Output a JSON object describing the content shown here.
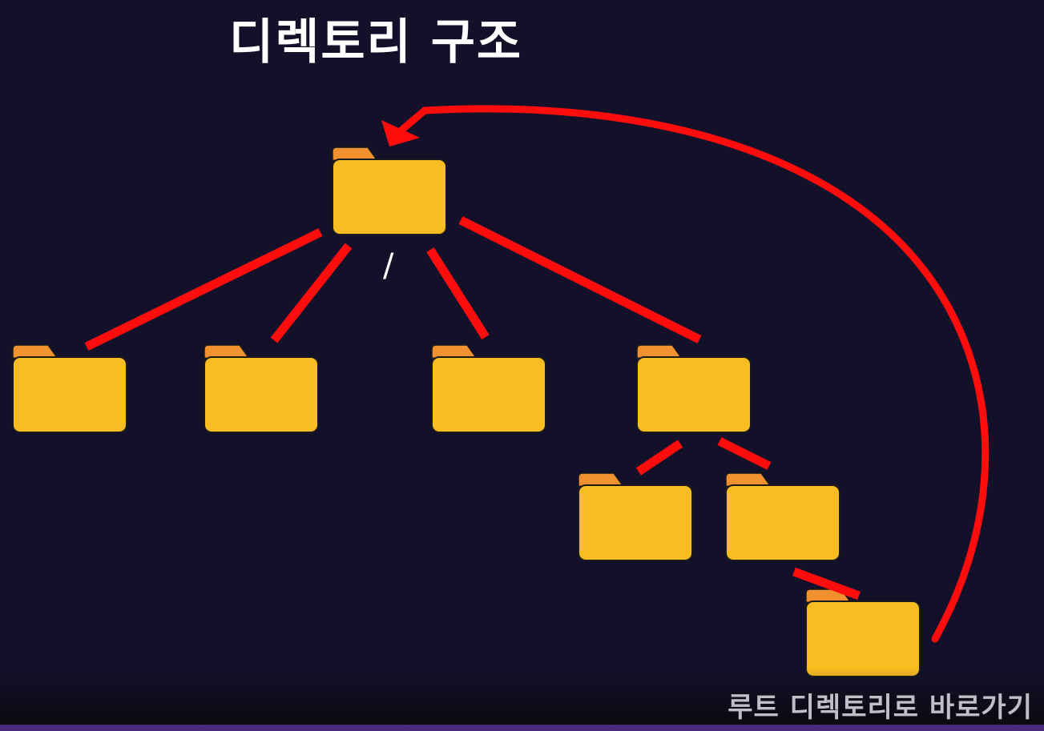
{
  "title": "디렉토리 구조",
  "root_label": "/",
  "caption": "루트 디렉토리로 바로가기",
  "colors": {
    "background": "#13112a",
    "folder_body": "#f9bd23",
    "folder_tab": "#f29130",
    "folder_outline": "#1a1a1a",
    "connector": "#ff0d0d",
    "text": "#ffffff",
    "caption": "#cfcfd6",
    "bottom_bar": "#4a2a7e"
  },
  "nodes": [
    {
      "id": "root"
    },
    {
      "id": "child-1",
      "parent": "root"
    },
    {
      "id": "child-2",
      "parent": "root"
    },
    {
      "id": "child-3",
      "parent": "root"
    },
    {
      "id": "child-4",
      "parent": "root"
    },
    {
      "id": "grandchild-1",
      "parent": "child-4"
    },
    {
      "id": "grandchild-2",
      "parent": "child-4"
    },
    {
      "id": "great-grandchild-1",
      "parent": "grandchild-2"
    }
  ],
  "jump_arrow": {
    "from": "great-grandchild-1",
    "to": "root"
  }
}
